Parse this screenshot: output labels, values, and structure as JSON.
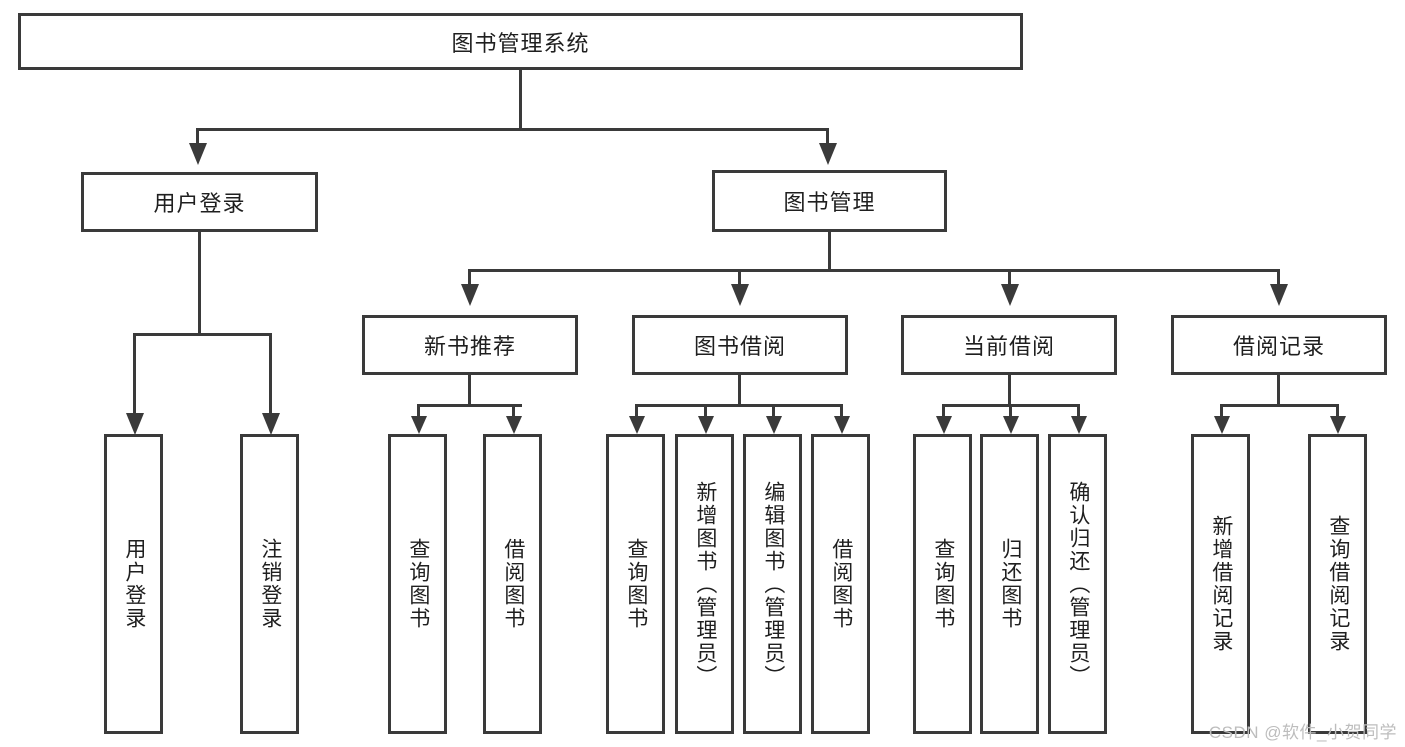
{
  "diagram": {
    "type": "tree-hierarchy-diagram",
    "title": "图书管理系统",
    "root": {
      "id": "root",
      "label": "图书管理系统"
    },
    "level1": [
      {
        "id": "user-login",
        "label": "用户登录"
      },
      {
        "id": "book-management",
        "label": "图书管理"
      }
    ],
    "level2": [
      {
        "id": "new-book-recommend",
        "label": "新书推荐",
        "parent": "book-management"
      },
      {
        "id": "book-borrow",
        "label": "图书借阅",
        "parent": "book-management"
      },
      {
        "id": "current-borrow",
        "label": "当前借阅",
        "parent": "book-management"
      },
      {
        "id": "borrow-record",
        "label": "借阅记录",
        "parent": "book-management"
      }
    ],
    "leaves": {
      "user_login": [
        {
          "id": "leaf-user-login",
          "label": "用户登录"
        },
        {
          "id": "leaf-logout-login",
          "label": "注销登录"
        }
      ],
      "new_book_recommend": [
        {
          "id": "leaf-query-book-1",
          "label": "查询图书"
        },
        {
          "id": "leaf-borrow-book-1",
          "label": "借阅图书"
        }
      ],
      "book_borrow": [
        {
          "id": "leaf-query-book-2",
          "label": "查询图书"
        },
        {
          "id": "leaf-add-book",
          "label": "新增图书（管理员）"
        },
        {
          "id": "leaf-edit-book",
          "label": "编辑图书（管理员）"
        },
        {
          "id": "leaf-borrow-book-2",
          "label": "借阅图书"
        }
      ],
      "current_borrow": [
        {
          "id": "leaf-query-book-3",
          "label": "查询图书"
        },
        {
          "id": "leaf-return-book",
          "label": "归还图书"
        },
        {
          "id": "leaf-confirm-return",
          "label": "确认归还（管理员）"
        }
      ],
      "borrow_record": [
        {
          "id": "leaf-add-record",
          "label": "新增借阅记录"
        },
        {
          "id": "leaf-query-record",
          "label": "查询借阅记录"
        }
      ]
    }
  },
  "watermark": {
    "text": "CSDN @软件_小贺同学"
  },
  "colors": {
    "stroke": "#3a3a3a",
    "background": "#ffffff",
    "text": "#1f1f1f",
    "watermark": "#bdbdbd"
  }
}
